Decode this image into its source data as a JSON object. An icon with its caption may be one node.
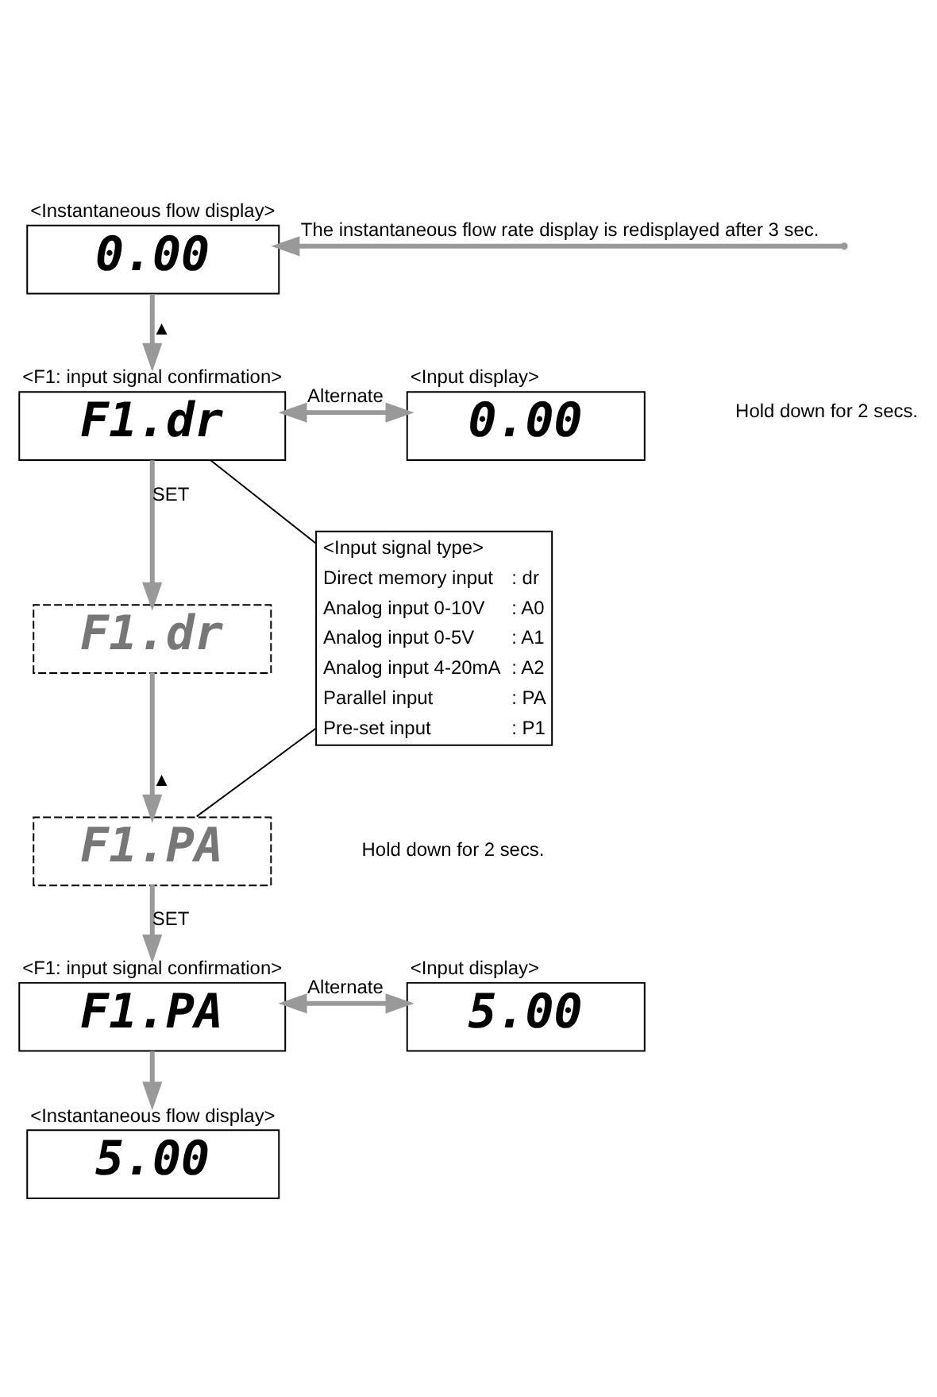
{
  "diagram": {
    "nodes": [
      {
        "text": [
          "0.00"
        ],
        "beside": [
          "<Instantaneous flow display>"
        ]
      },
      {
        "text": [
          "F1.dr"
        ],
        "beside": [
          "<F1: input signal confirmation>"
        ]
      },
      {
        "text": [
          "0.00"
        ],
        "beside": [
          "<Input display>"
        ]
      },
      {
        "text": [
          "F1.dr"
        ]
      },
      {
        "text": [
          "F1.PA"
        ]
      },
      {
        "text": [
          "F1.PA"
        ],
        "beside": [
          "<F1: input signal confirmation>"
        ]
      },
      {
        "text": [
          "5.00"
        ],
        "beside": [
          "<Input display>"
        ]
      },
      {
        "text": [
          "5.00"
        ],
        "beside": [
          "<Instantaneous flow display>"
        ]
      },
      {
        "text": [
          "<Input signal type>",
          "Direct memory input",
          ": dr",
          "Analog input 0-10V",
          ": A0",
          "Analog input 0-5V",
          ": A1",
          "Analog input 4-20mA",
          ": A2",
          "Parallel input",
          ": PA",
          "Pre-set input",
          ": P1"
        ]
      }
    ],
    "edges": [
      {
        "from": 0,
        "to": 1,
        "arrow": "to",
        "label": "▲"
      },
      {
        "from": null,
        "to": 0,
        "arrow": "to",
        "label": "The instantaneous flow rate display is redisplayed after 3 sec."
      },
      {
        "from": 1,
        "to": 2,
        "arrow": "both",
        "label": "Alternate"
      },
      {
        "from": 1,
        "to": 3,
        "arrow": "to",
        "label": "SET"
      },
      {
        "from": 3,
        "to": 4,
        "arrow": "to",
        "label": "▲"
      },
      {
        "from": 8,
        "to": 1,
        "arrow": "none",
        "color": "#000000"
      },
      {
        "from": 8,
        "to": 4,
        "arrow": "none",
        "color": "#000000"
      },
      {
        "from": 4,
        "to": 5,
        "arrow": "to",
        "label": "SET"
      },
      {
        "from": 5,
        "to": 6,
        "arrow": "both",
        "label": "Alternate"
      },
      {
        "from": 5,
        "to": 7,
        "arrow": "to"
      }
    ],
    "labels": [
      "Hold down for 2 secs.",
      "Hold down for 2 secs."
    ]
  }
}
